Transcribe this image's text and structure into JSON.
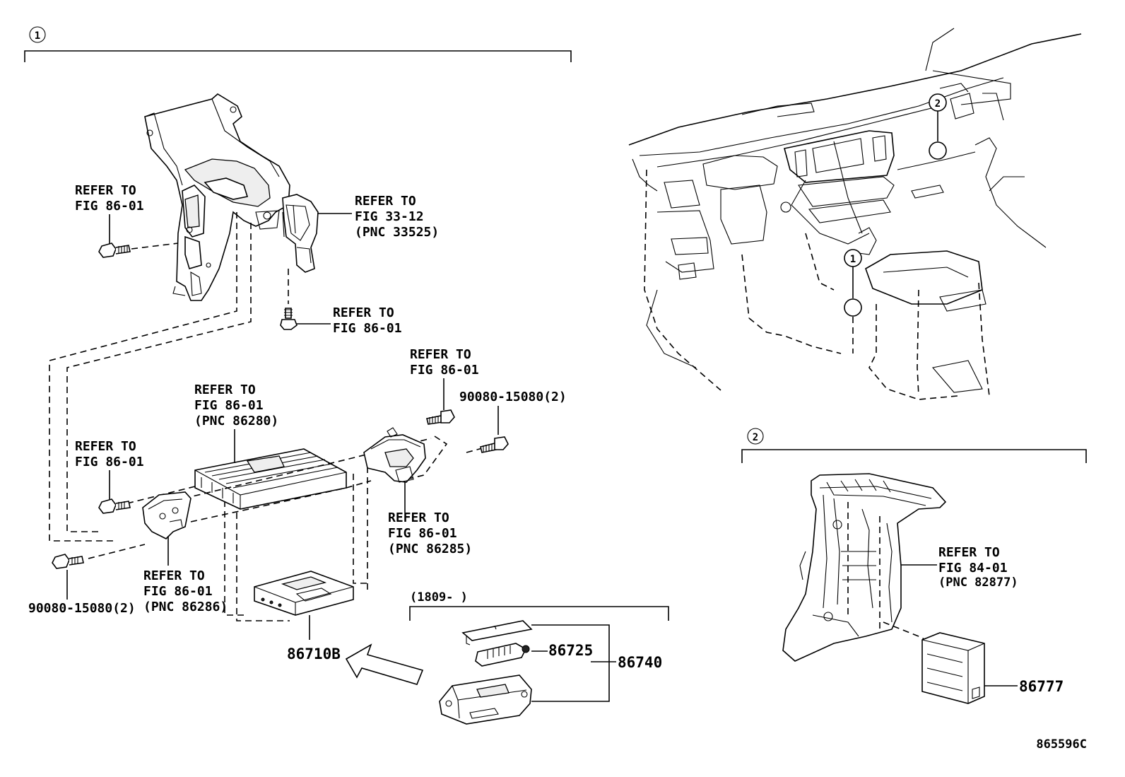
{
  "callouts": {
    "c1": "1",
    "c2": "2",
    "c1_view": "1",
    "c2_view": "2"
  },
  "labels": {
    "refer_bracket_left": [
      "REFER TO",
      "FIG 86-01"
    ],
    "refer_bracket_right": [
      "REFER TO",
      "FIG 33-12",
      "(PNC 33525)"
    ],
    "refer_bolt_mid": [
      "REFER TO",
      "FIG 86-01"
    ],
    "refer_amp": [
      "REFER TO",
      "FIG 86-01",
      "(PNC 86280)"
    ],
    "refer_bolt_right": [
      "REFER TO",
      "FIG 86-01"
    ],
    "bolt_right_pn": "90080-15080(2)",
    "refer_bolt_left": [
      "REFER TO",
      "FIG 86-01"
    ],
    "refer_bracket_86285": [
      "REFER TO",
      "FIG 86-01",
      "(PNC 86285)"
    ],
    "refer_bracket_86286": [
      "REFER TO",
      "FIG 86-01",
      "(PNC 86286)"
    ],
    "bolt_left_pn": "90080-15080(2)",
    "part_86710b": "86710B",
    "date_range": "(1809-      )",
    "part_86725": "86725",
    "part_86740": "86740",
    "refer_console": [
      "REFER TO",
      "FIG 84-01",
      "(PNC 82877)"
    ],
    "part_86777": "86777",
    "diagram_id": "865596C"
  }
}
